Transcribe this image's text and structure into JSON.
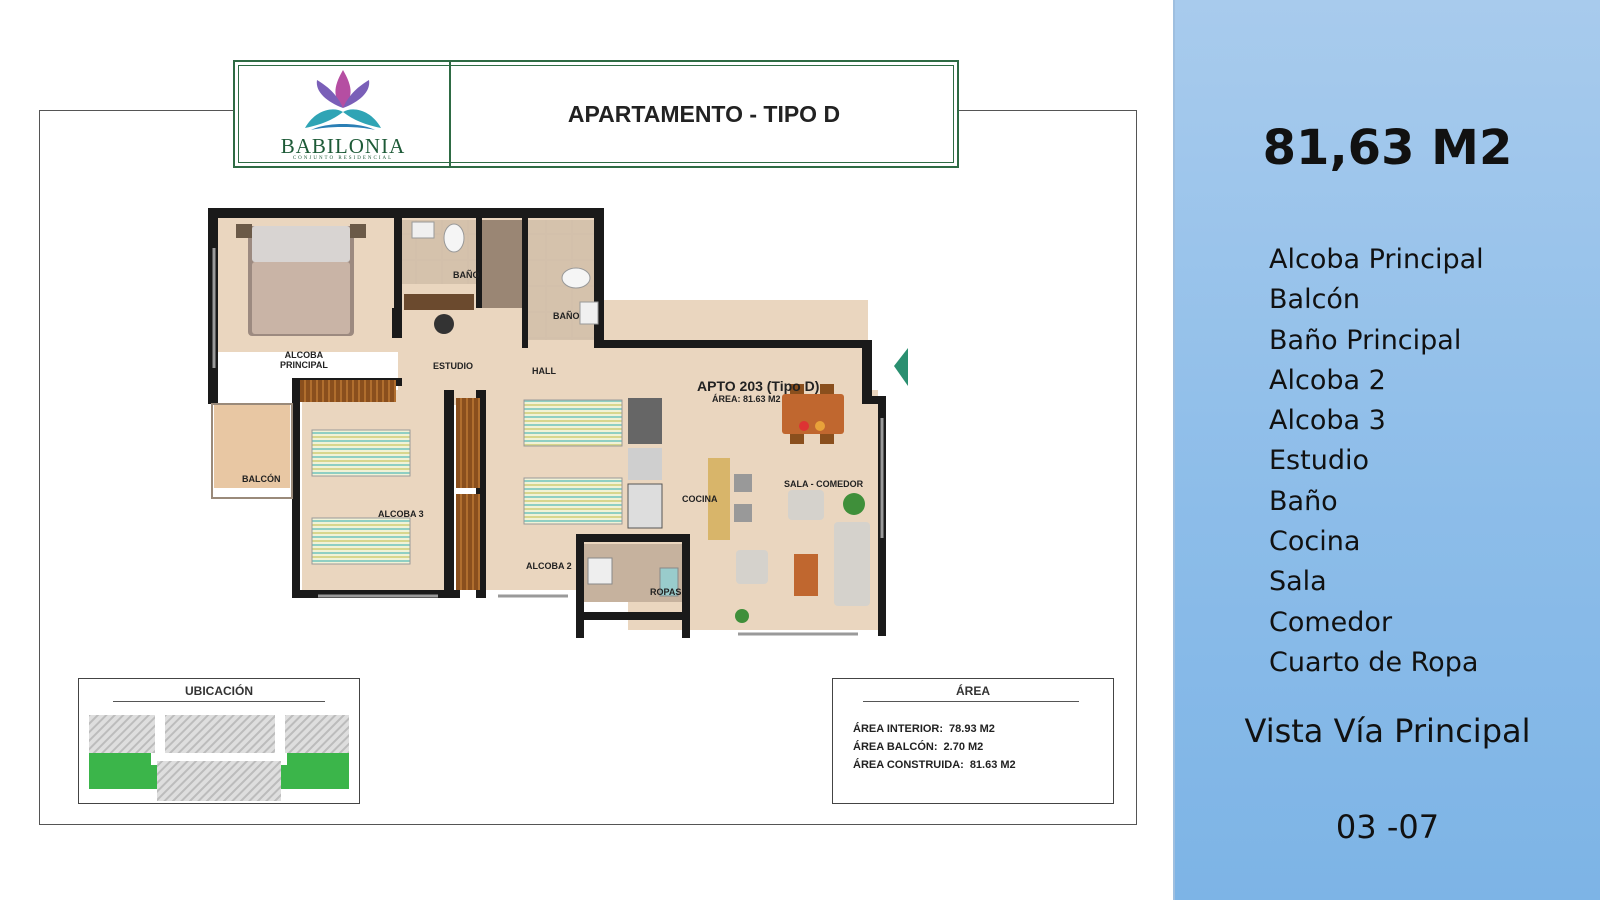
{
  "title_block": {
    "logo_text": "BABILONIA",
    "logo_subtext": "CONJUNTO RESIDENCIAL",
    "title": "APARTAMENTO - TIPO D"
  },
  "floorplan": {
    "unit_label": "APTO 203 (Tipo D)",
    "unit_area": "ÁREA: 81.63 M2",
    "rooms": {
      "alcoba_principal": "ALCOBA\nPRINCIPAL",
      "bano_1": "BAÑO",
      "bano_2": "BAÑO",
      "estudio": "ESTUDIO",
      "hall": "HALL",
      "balcon": "BALCÓN",
      "alcoba_3": "ALCOBA 3",
      "alcoba_2": "ALCOBA 2",
      "cocina": "COCINA",
      "ropas": "ROPAS",
      "sala_comedor": "SALA - COMEDOR"
    }
  },
  "ubicacion": {
    "title": "UBICACIÓN"
  },
  "area_table": {
    "title": "ÁREA",
    "rows": [
      {
        "label": "ÁREA INTERIOR:",
        "value": "78.93 M2"
      },
      {
        "label": "ÁREA BALCÓN:",
        "value": "2.70 M2"
      },
      {
        "label": "ÁREA CONSTRUIDA:",
        "value": "81.63 M2"
      }
    ]
  },
  "summary": {
    "total_area": "81,63 M2",
    "rooms": [
      "Alcoba Principal",
      "Balcón",
      "Baño Principal",
      "Alcoba 2",
      "Alcoba 3",
      "Estudio",
      "Baño",
      "Cocina",
      "Sala",
      "Comedor",
      "Cuarto de Ropa"
    ],
    "view": "Vista Vía Principal",
    "unit_numbers": "03 -07"
  },
  "colors": {
    "frame_green": "#2e6b44",
    "panel_blue": "#8dbde9",
    "wall": "#1a1a1a",
    "floor": "#e8d5bf",
    "location_highlight": "#3bb54a"
  }
}
